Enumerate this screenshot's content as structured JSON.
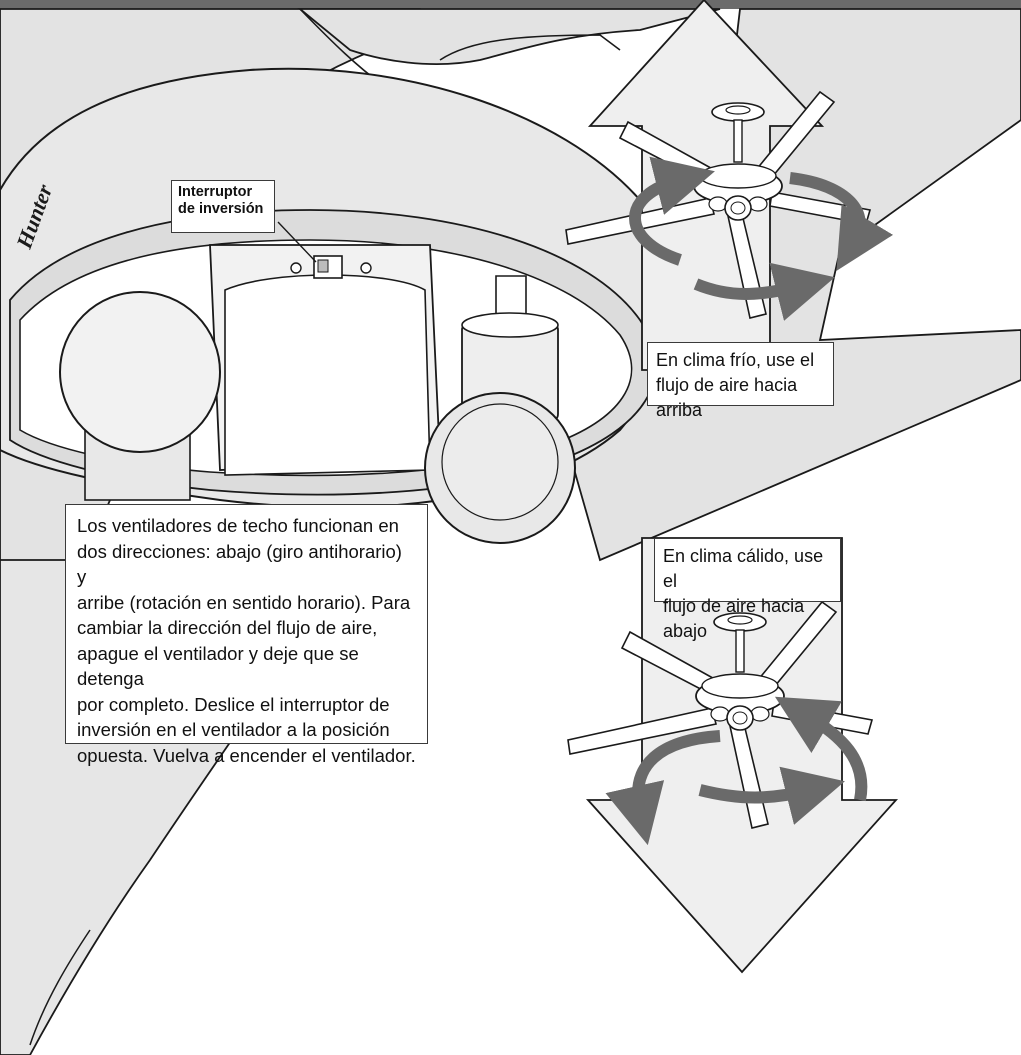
{
  "colors": {
    "top_bar": "#6b6b6b",
    "panel": "#e3e3e3",
    "blade": "#e6e6e6",
    "arrow_fill": "#efefef",
    "rotation_arrow": "#6a6a6a",
    "outline": "#1a1a1a"
  },
  "labels": {
    "reversing_switch": "Interruptor\nde inversión",
    "instructions": "Los ventiladores de techo funcionan en\ndos direcciones: abajo (giro antihorario) y\narribe (rotación en sentido horario). Para\ncambiar la dirección del flujo de aire,\napague el ventilador y deje que se detenga\npor completo. Deslice el interruptor de\ninversión en el ventilador a la posición\nopuesta. Vuelva a encender el ventilador.",
    "cold_weather": "En clima frío, use el\nflujo de aire hacia arriba",
    "warm_weather": "En clima cálido, use el\nflujo de aire hacia abajo"
  },
  "logo_text": "Hunter"
}
